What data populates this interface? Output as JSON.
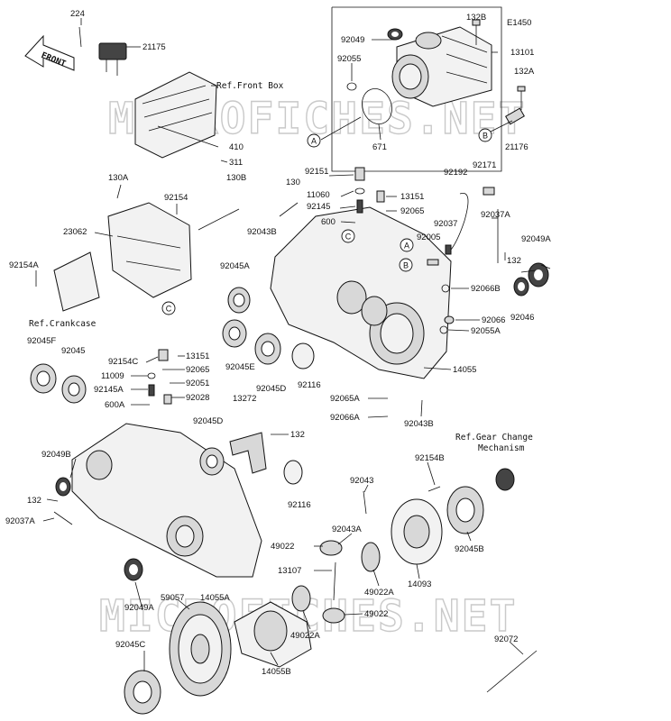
{
  "watermark": "MICROFICHES.NET",
  "front_arrow": "FRONT",
  "refs": {
    "front_box": "Ref.Front Box",
    "crankcase": "Ref.Crankcase",
    "gear_change_line1": "Ref.Gear Change",
    "gear_change_line2": "Mechanism"
  },
  "callouts": [
    "A",
    "B",
    "C"
  ],
  "part_labels": {
    "p224": "224",
    "p21175": "21175",
    "p410": "410",
    "p311": "311",
    "p132b": "132B",
    "pE1450": "E1450",
    "p92049": "92049",
    "p13101": "13101",
    "p92055": "92055",
    "p132a": "132A",
    "p671": "671",
    "p21176": "21176",
    "p130a": "130A",
    "p92154": "92154",
    "p130b": "130B",
    "p130": "130",
    "p92151": "92151",
    "p11060": "11060",
    "p13151_top": "13151",
    "p92145": "92145",
    "p92065_top": "92065",
    "p600": "600",
    "p92192": "92192",
    "p92171": "92171",
    "p23062": "23062",
    "p92043b_top": "92043B",
    "p92037": "92037",
    "p92037a_top": "92037A",
    "p92005": "92005",
    "p92049a": "92049A",
    "p132_r": "132",
    "p92154a": "92154A",
    "p92045a": "92045A",
    "p92066b": "92066B",
    "p92066": "92066",
    "p92046": "92046",
    "p92055a": "92055A",
    "p92045f": "92045F",
    "p92045": "92045",
    "p92154c": "92154C",
    "p13151_mid": "13151",
    "p11009": "11009",
    "p92065_mid": "92065",
    "p92145a": "92145A",
    "p92051": "92051",
    "p600a": "600A",
    "p92028": "92028",
    "p13272": "13272",
    "p92045e": "92045E",
    "p92045d_top": "92045D",
    "p92116_top": "92116",
    "p14055": "14055",
    "p92065a": "92065A",
    "p92066a": "92066A",
    "p92043b_bot": "92043B",
    "p92045d_mid": "92045D",
    "p132_mid": "132",
    "p92049b": "92049B",
    "p92116_mid": "92116",
    "p132_left": "132",
    "p92037a_left": "92037A",
    "p92043": "92043",
    "p92154b": "92154B",
    "p92045b": "92045B",
    "p92043a": "92043A",
    "p49022_a": "49022",
    "p13107": "13107",
    "p49022a_a": "49022A",
    "p14093": "14093",
    "p92049a_bot": "92049A",
    "p59057": "59057",
    "p14055a": "14055A",
    "p49022_b": "49022",
    "p49022a_b": "49022A",
    "p92045c": "92045C",
    "p14055b": "14055B",
    "p92072": "92072"
  }
}
